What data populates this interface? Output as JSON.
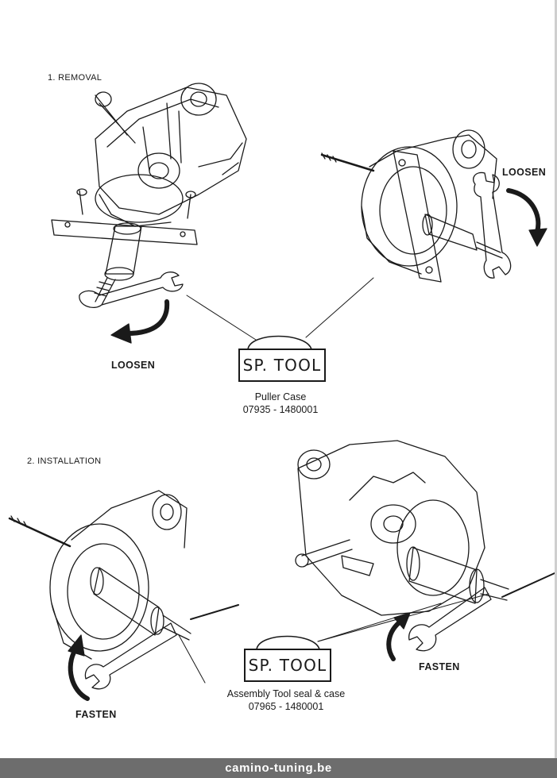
{
  "sections": {
    "removal": {
      "heading": "1. REMOVAL",
      "arrow_labels": [
        "LOOSEN",
        "LOOSEN"
      ],
      "tool_badge": "SP. TOOL",
      "tool_name": "Puller Case",
      "tool_number": "07935 - 1480001"
    },
    "installation": {
      "heading": "2. INSTALLATION",
      "arrow_labels": [
        "FASTEN",
        "FASTEN"
      ],
      "tool_badge": "SP. TOOL",
      "tool_name": "Assembly Tool seal & case",
      "tool_number": "07965 - 1480001"
    }
  },
  "watermark": "camino-tuning.be",
  "icons": [
    "engine-case-drawing",
    "wrench-icon",
    "rotation-arrow-icon",
    "puller-tool-drawing",
    "assembly-tool-drawing"
  ],
  "colors": {
    "ink": "#1a1a1a",
    "footer_bar": "#6d6d6d",
    "watermark_text": "#ffffff"
  }
}
